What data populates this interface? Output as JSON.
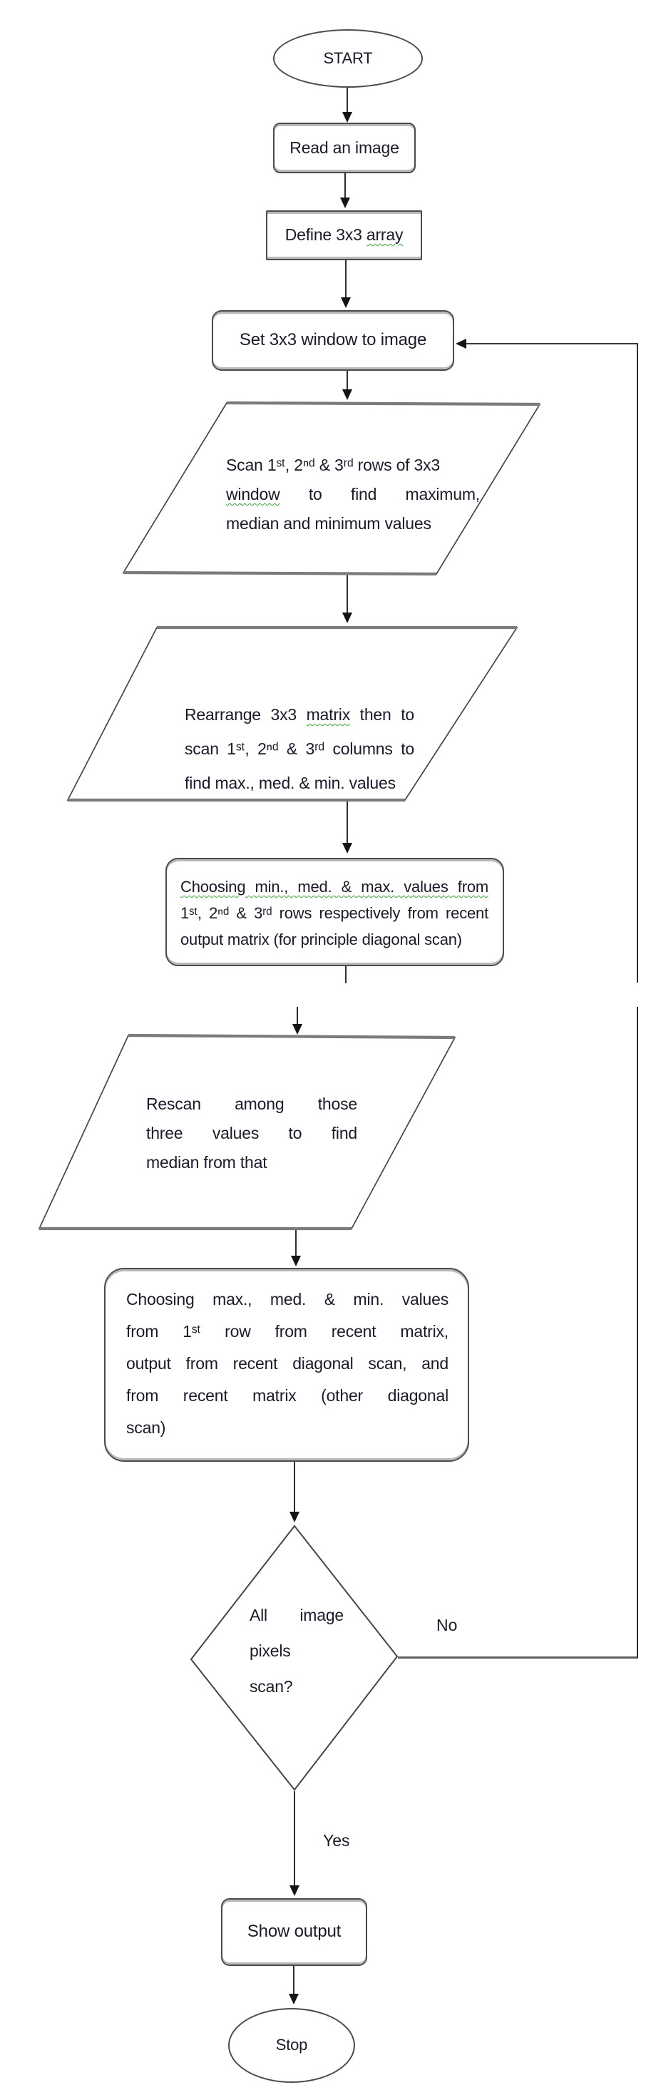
{
  "colors": {
    "shape_border": "#4b4b4b",
    "shape_border_gray": "#7b7b7b",
    "connector": "#2e2e2e",
    "arrowhead": "#141414",
    "text": "#1a1a2b",
    "squiggle_underline": "#35a835",
    "background": "#ffffff"
  },
  "nodes": {
    "start": {
      "label": "START"
    },
    "read": {
      "label": "Read an image"
    },
    "define": {
      "pre": "Define 3x3 ",
      "sq": "array"
    },
    "setwin": {
      "label": "Set 3x3 window to image"
    },
    "scan_rows": {
      "l1": "Scan 1ˢᵗ, 2ⁿᵈ & 3ʳᵈ rows of 3x3",
      "l2_sq": "window",
      "l2_rest": " to find maximum,",
      "l3": "median and minimum values"
    },
    "rearrange": {
      "l1_pre": "Rearrange 3x3 ",
      "l1_sq": "matrix",
      "l1_rest": " then to",
      "l2": "scan 1ˢᵗ, 2ⁿᵈ & 3ʳᵈ columns to",
      "l3": "find max., med. & min. values"
    },
    "choose_min": {
      "l1": "Choosing min., med. & max. values from",
      "l2": "1ˢᵗ, 2ⁿᵈ & 3ʳᵈ rows respectively from recent",
      "l3": "output matrix (for principle diagonal scan)"
    },
    "rescan": {
      "l1": "Rescan among those",
      "l2": "three values to find",
      "l3": "median from that"
    },
    "choose_max": {
      "l1": "Choosing max., med. & min. values",
      "l2": "from 1ˢᵗ row from recent matrix,",
      "l3": "output from recent diagonal scan, and",
      "l4": "from recent matrix (other diagonal",
      "l5": "scan)"
    },
    "decision": {
      "l1": "All image",
      "l2": "pixels",
      "l3": "scan?"
    },
    "show": {
      "label": "Show output"
    },
    "stop": {
      "label": "Stop"
    }
  },
  "edges": {
    "no_label": "No",
    "yes_label": "Yes"
  }
}
